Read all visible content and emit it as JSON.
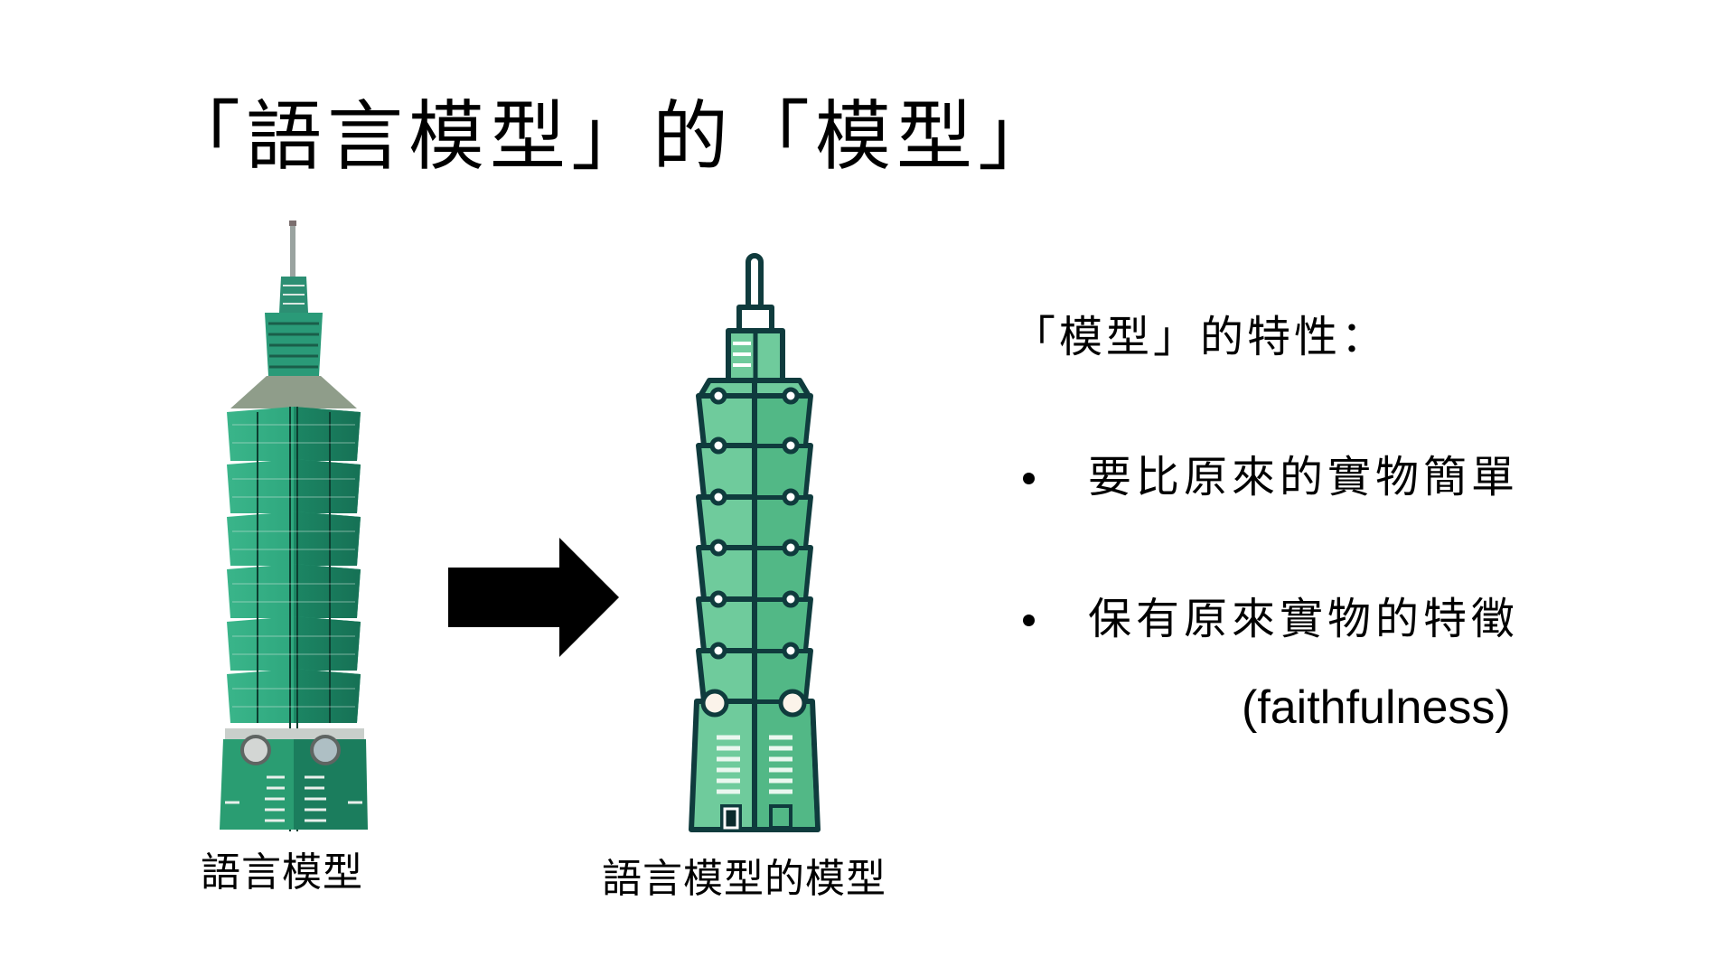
{
  "slide": {
    "title": "「語言模型」的「模型」",
    "left_figure": {
      "image": "taipei-101-photo",
      "caption": "語言模型"
    },
    "arrow": "right-arrow",
    "right_figure": {
      "image": "taipei-101-cartoon",
      "caption": "語言模型的模型"
    },
    "properties": {
      "heading": "「模型」的特性：",
      "bullets": [
        {
          "text": "要比原來的實物簡單"
        },
        {
          "text": "保有原來實物的特徵",
          "note": "(faithfulness)"
        }
      ]
    },
    "colors": {
      "background": "#ffffff",
      "text": "#000000",
      "tower_green_light": "#2fa37c",
      "tower_green_dark": "#17795b",
      "cartoon_fill_light": "#6fcb9c",
      "cartoon_fill_dark": "#52b886",
      "cartoon_outline": "#0f3b3d"
    }
  }
}
